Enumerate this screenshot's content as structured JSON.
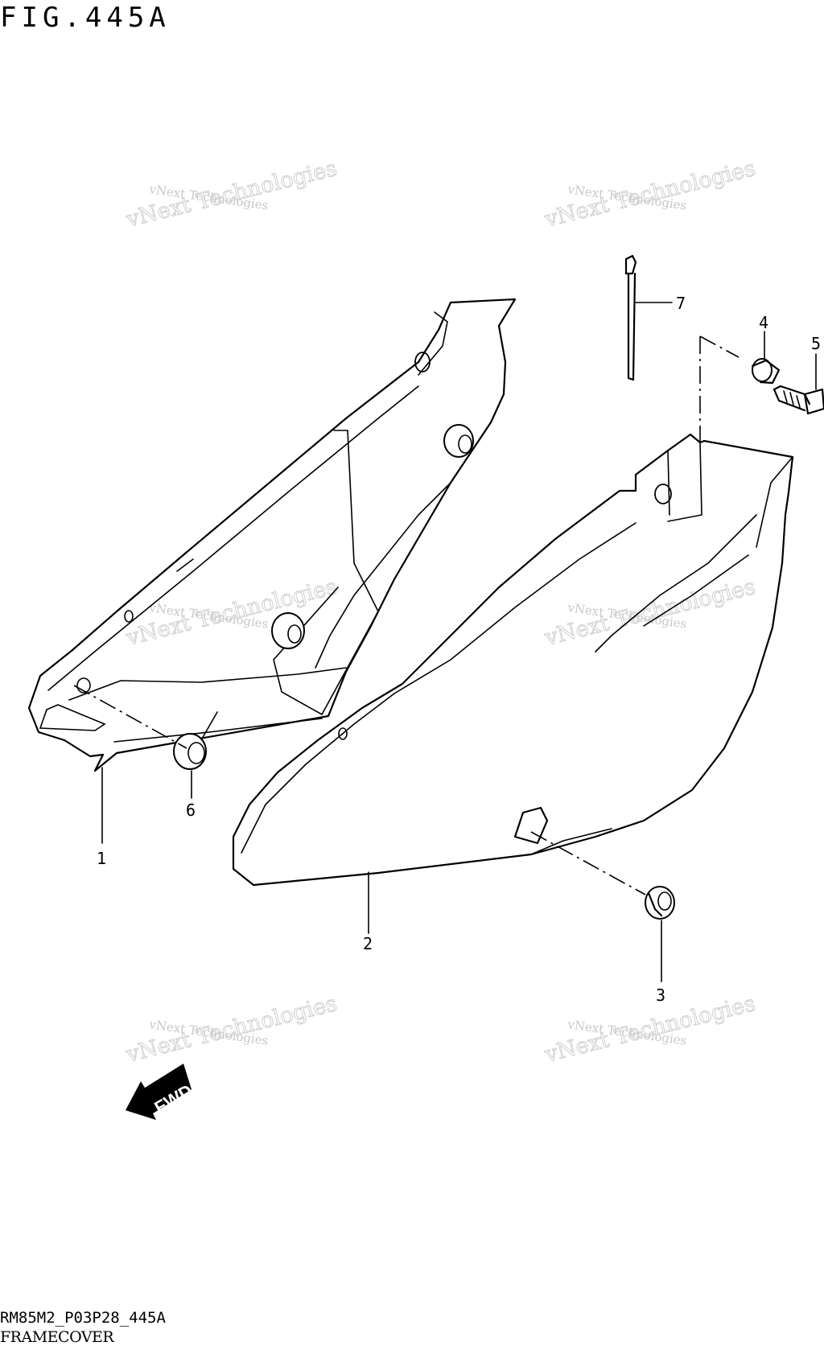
{
  "figure": {
    "title": "FIG.445A",
    "code": "RM85M2_P03P28_445A",
    "name": "FRAMECOVER"
  },
  "callouts": [
    {
      "id": "1",
      "label": "1"
    },
    {
      "id": "2",
      "label": "2"
    },
    {
      "id": "3",
      "label": "3"
    },
    {
      "id": "4",
      "label": "4"
    },
    {
      "id": "5",
      "label": "5"
    },
    {
      "id": "6",
      "label": "6"
    },
    {
      "id": "7",
      "label": "7"
    }
  ],
  "watermark": {
    "line1": "vNext Technologies",
    "line2": "vNext Technologies"
  },
  "direction_arrow": {
    "label": "FWD"
  }
}
